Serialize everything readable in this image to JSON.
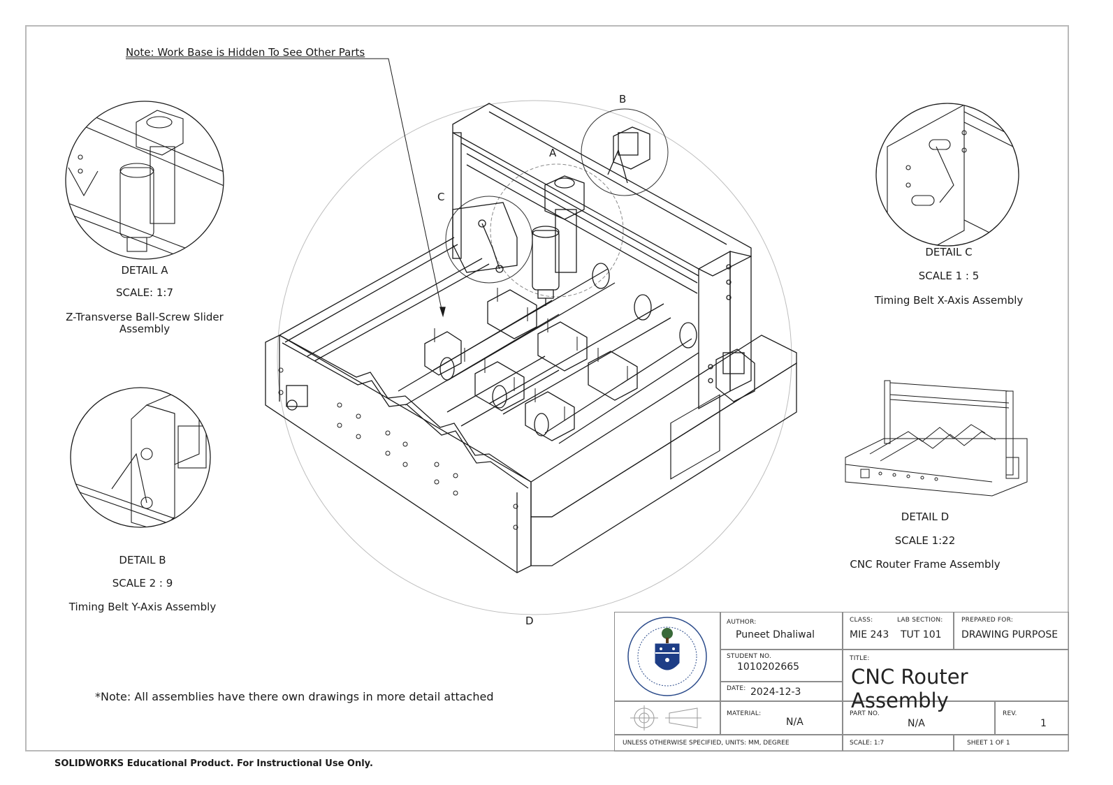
{
  "top_note": "Note: Work Base is Hidden To See Other Parts",
  "detail_letters": {
    "a": "A",
    "b": "B",
    "c": "C",
    "d": "D"
  },
  "details": {
    "a": {
      "title": "DETAIL A",
      "scale": "SCALE: 1:7",
      "desc": "Z-Transverse Ball-Screw Slider Assembly"
    },
    "b": {
      "title": "DETAIL B",
      "scale": "SCALE 2 : 9",
      "desc": "Timing Belt Y-Axis Assembly"
    },
    "c": {
      "title": "DETAIL C",
      "scale": "SCALE 1 : 5",
      "desc": "Timing Belt X-Axis Assembly"
    },
    "d": {
      "title": "DETAIL D",
      "scale": "SCALE 1:22",
      "desc": "CNC Router Frame Assembly"
    }
  },
  "footnote": "*Note: All assemblies have there own drawings in more detail attached",
  "edu_notice": "SOLIDWORKS Educational Product. For Instructional Use Only.",
  "title_block": {
    "author_label": "AUTHOR:",
    "author": "Puneet Dhaliwal",
    "student_no_label": "STUDENT NO.",
    "student_no": "1010202665",
    "date_label": "DATE:",
    "date": "2024-12-3",
    "material_label": "MATERIAL:",
    "material": "N/A",
    "class_label": "CLASS:",
    "class": "MIE 243",
    "lab_label": "LAB SECTION:",
    "lab": "TUT 101",
    "prepared_label": "PREPARED FOR:",
    "prepared": "DRAWING PURPOSE",
    "title_label": "TITLE:",
    "title": "CNC Router Assembly",
    "part_label": "PART NO.",
    "part": "N/A",
    "rev_label": "REV.",
    "rev": "1",
    "units": "UNLESS OTHERWISE SPECIFIED, UNITS: MM, DEGREE",
    "scale": "SCALE: 1:7",
    "sheet": "SHEET 1 OF 1"
  }
}
